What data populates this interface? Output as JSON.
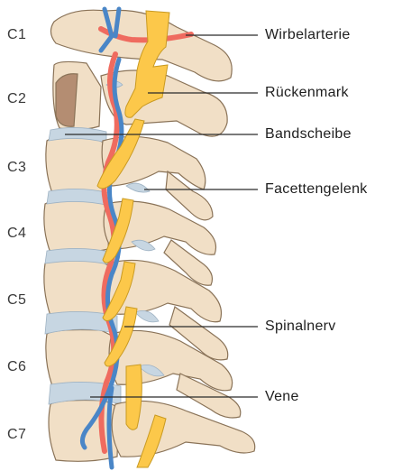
{
  "colors": {
    "bone": "#f1dfc6",
    "bone_shadow": "#e2c9a5",
    "bone_outline": "#8a7358",
    "disc": "#c7d6e2",
    "artery": "#ef6b5f",
    "vein": "#4a86c7",
    "nerve": "#fcc84a",
    "leader": "#2a2a2a"
  },
  "vertebra_labels": [
    "C1",
    "C2",
    "C3",
    "C4",
    "C5",
    "C6",
    "C7"
  ],
  "annotations": [
    {
      "id": "wirbelarterie",
      "label": "Wirbelarterie"
    },
    {
      "id": "rueckenmark",
      "label": "Rückenmark"
    },
    {
      "id": "bandscheibe",
      "label": "Bandscheibe"
    },
    {
      "id": "facettengelenk",
      "label": "Facettengelenk"
    },
    {
      "id": "spinalnerv",
      "label": "Spinalnerv"
    },
    {
      "id": "vene",
      "label": "Vene"
    }
  ]
}
